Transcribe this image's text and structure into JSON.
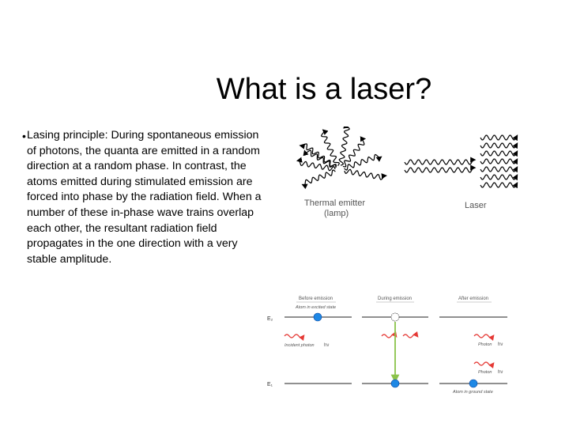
{
  "slide": {
    "title": "What is a laser?",
    "bullet_symbol": "•",
    "bullet_text": "Lasing principle: During spontaneous emission of photons, the quanta are emitted in a random direction at a random phase. In contrast, the atoms emitted during stimulated emission are forced into phase by the radiation field. When a number of these in-phase wave trains overlap each other, the resultant radiation field propagates in the one direction with a very stable amplitude."
  },
  "emitter_figure": {
    "thermal_label_line1": "Thermal emitter",
    "thermal_label_line2": "(lamp)",
    "laser_label": "Laser",
    "wave_color": "#000000"
  },
  "emission_figure": {
    "col_before": "Before emission",
    "col_during": "During emission",
    "col_after": "After emission",
    "level_e2": "E₂",
    "level_e1": "E₁",
    "atom_excited_state": "Atom in excited state",
    "incident_photon": "Incident photon",
    "photon_label": "Photon",
    "photon_energy": "hν",
    "atom_ground_state": "Atom in ground state",
    "atom_color": "#1e88e5",
    "photon_color": "#e53935",
    "transition_color": "#8bc34a"
  }
}
